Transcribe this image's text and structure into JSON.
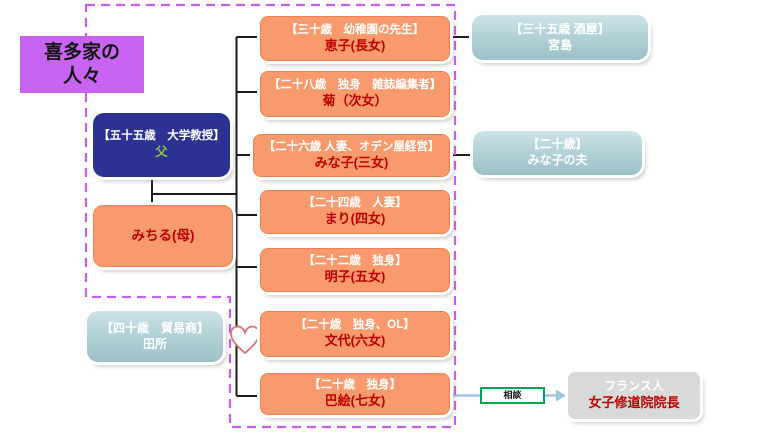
{
  "title": {
    "line1": "喜多家の",
    "line2": "人々"
  },
  "family": {
    "father": {
      "line1": "【五十五歳　大学教授】",
      "line2": "父"
    },
    "mother": {
      "label": "みちる(母)"
    },
    "tadokoro": {
      "line1": "【四十歳　貿易商】",
      "line2": "田所"
    },
    "daughters": [
      {
        "line1": "【三十歳　幼稚園の先生】",
        "line2": "恵子(長女)"
      },
      {
        "line1": "【二十八歳　独身　雑誌編集者】",
        "line2": "菊（次女）"
      },
      {
        "line1": "【二十六歳 人妻、オデン屋経営】",
        "line2": "みな子(三女)"
      },
      {
        "line1": "【二十四歳　人妻】",
        "line2": "まり(四女)"
      },
      {
        "line1": "【二十二歳　独身】",
        "line2": "明子(五女)"
      },
      {
        "line1": "【二十歳　独身、OL】",
        "line2": "文代(六女)"
      },
      {
        "line1": "【二十歳　独身】",
        "line2": "巴絵(七女)"
      }
    ],
    "miyajima": {
      "line1": "【三十五歳 酒屋】",
      "line2": "宮島"
    },
    "husband": {
      "line1": "【二十歳】",
      "line2": "みな子の夫"
    },
    "advisor": {
      "line1": "フランス人",
      "line2": "女子修道院院長"
    },
    "relation_label": "相談"
  },
  "icons": {
    "heart": "heart-icon"
  },
  "colors": {
    "orange_box": "#F89A6E",
    "orange_border": "#EF8053",
    "navy_box": "#2D3191",
    "teal_box_top": "#CDE3E7",
    "teal_box_bottom": "#9CC0C6",
    "purple_title": "#C964F2",
    "dashed_border": "#C85FF5",
    "name_red": "#C00000",
    "father_green": "#8DC63F",
    "consult_green": "#00A651",
    "arrow_blue": "#A3C4DF",
    "tree_line": "#1A1A1A",
    "advisor_gray": "#D9D9D9",
    "heart_outline": "#E07070"
  }
}
